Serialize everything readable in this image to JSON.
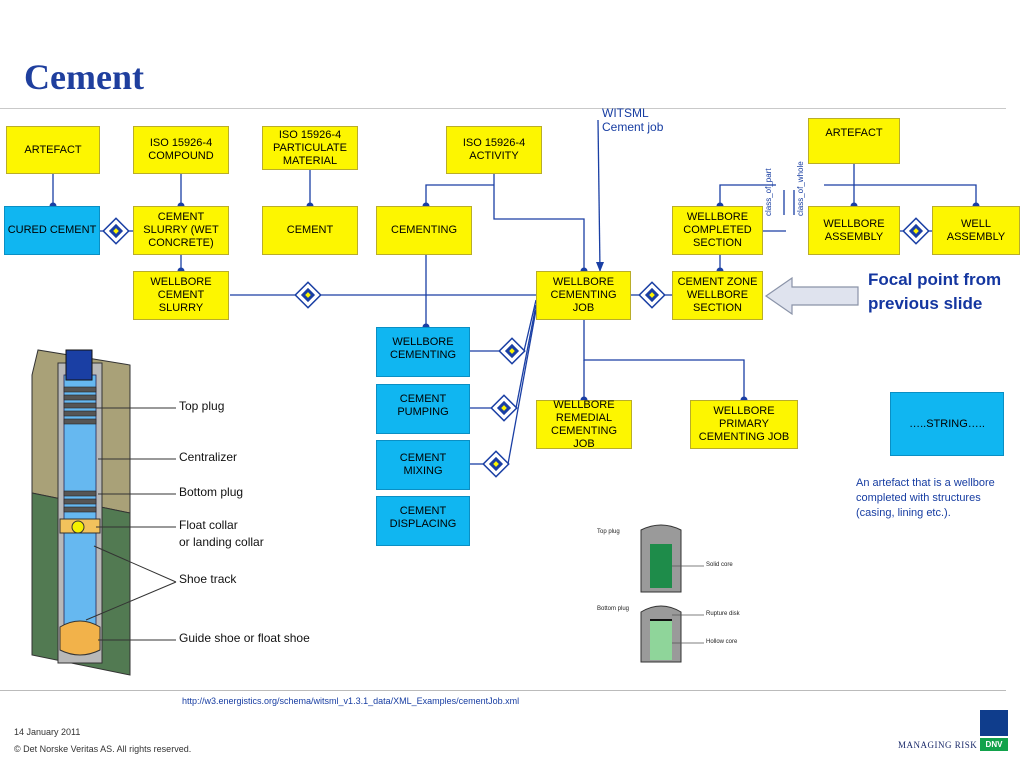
{
  "slide": {
    "title": "Cement",
    "witsml_label": "WITSML Cement job",
    "focal_text": "Focal point from previous slide",
    "class_of_part": "class_of_part",
    "class_of_whole": "class_of_whole",
    "description": "An artefact that is a wellbore completed with structures (casing, lining etc.).",
    "url": "http://w3.energistics.org/schema/witsml_v1.3.1_data/XML_Examples/cementJob.xml",
    "date": "14 January 2011",
    "copyright": "© Det Norske Veritas AS. All rights reserved.",
    "managing_risk": "MANAGING RISK",
    "logo_text": "DNV"
  },
  "boxes": {
    "artefact_left": "ARTEFACT",
    "iso_compound": "ISO 15926-4 COMPOUND",
    "iso_particulate": "ISO 15926-4 PARTICULATE MATERIAL",
    "iso_activity": "ISO 15926-4 ACTIVITY",
    "artefact_right": "ARTEFACT",
    "cured_cement": "CURED CEMENT",
    "cement_slurry": "CEMENT SLURRY (WET CONCRETE)",
    "cement": "CEMENT",
    "cementing": "CEMENTING",
    "wellbore_completed": "WELLBORE COMPLETED SECTION",
    "wellbore_assembly": "WELLBORE ASSEMBLY",
    "well_assembly": "WELL ASSEMBLY",
    "wellbore_cement_slurry": "WELLBORE CEMENT SLURRY",
    "wellbore_cementing_job": "WELLBORE CEMENTING JOB",
    "cement_zone": "CEMENT ZONE WELLBORE SECTION",
    "wellbore_cementing": "WELLBORE CEMENTING",
    "cement_pumping": "CEMENT PUMPING",
    "cement_mixing": "CEMENT MIXING",
    "cement_displacing": "CEMENT DISPLACING",
    "remedial_job": "WELLBORE REMEDIAL CEMENTING JOB",
    "primary_job": "WELLBORE PRIMARY CEMENTING JOB",
    "string_box": "…..STRING….."
  },
  "well_figure": {
    "top_plug": "Top plug",
    "centralizer": "Centralizer",
    "bottom_plug": "Bottom plug",
    "float_collar_1": "Float collar",
    "float_collar_2": "or landing collar",
    "shoe_track": "Shoe track",
    "guide_shoe": "Guide shoe or float shoe"
  },
  "plug_figure": {
    "top_plug": "Top plug",
    "solid_core": "Solid core",
    "bottom_plug": "Bottom plug",
    "rupture_disk": "Rupture disk",
    "hollow_core": "Hollow core"
  },
  "colors": {
    "accent": "#1436a0",
    "yellow": "#fdf600",
    "cyan": "#10b6f1"
  }
}
